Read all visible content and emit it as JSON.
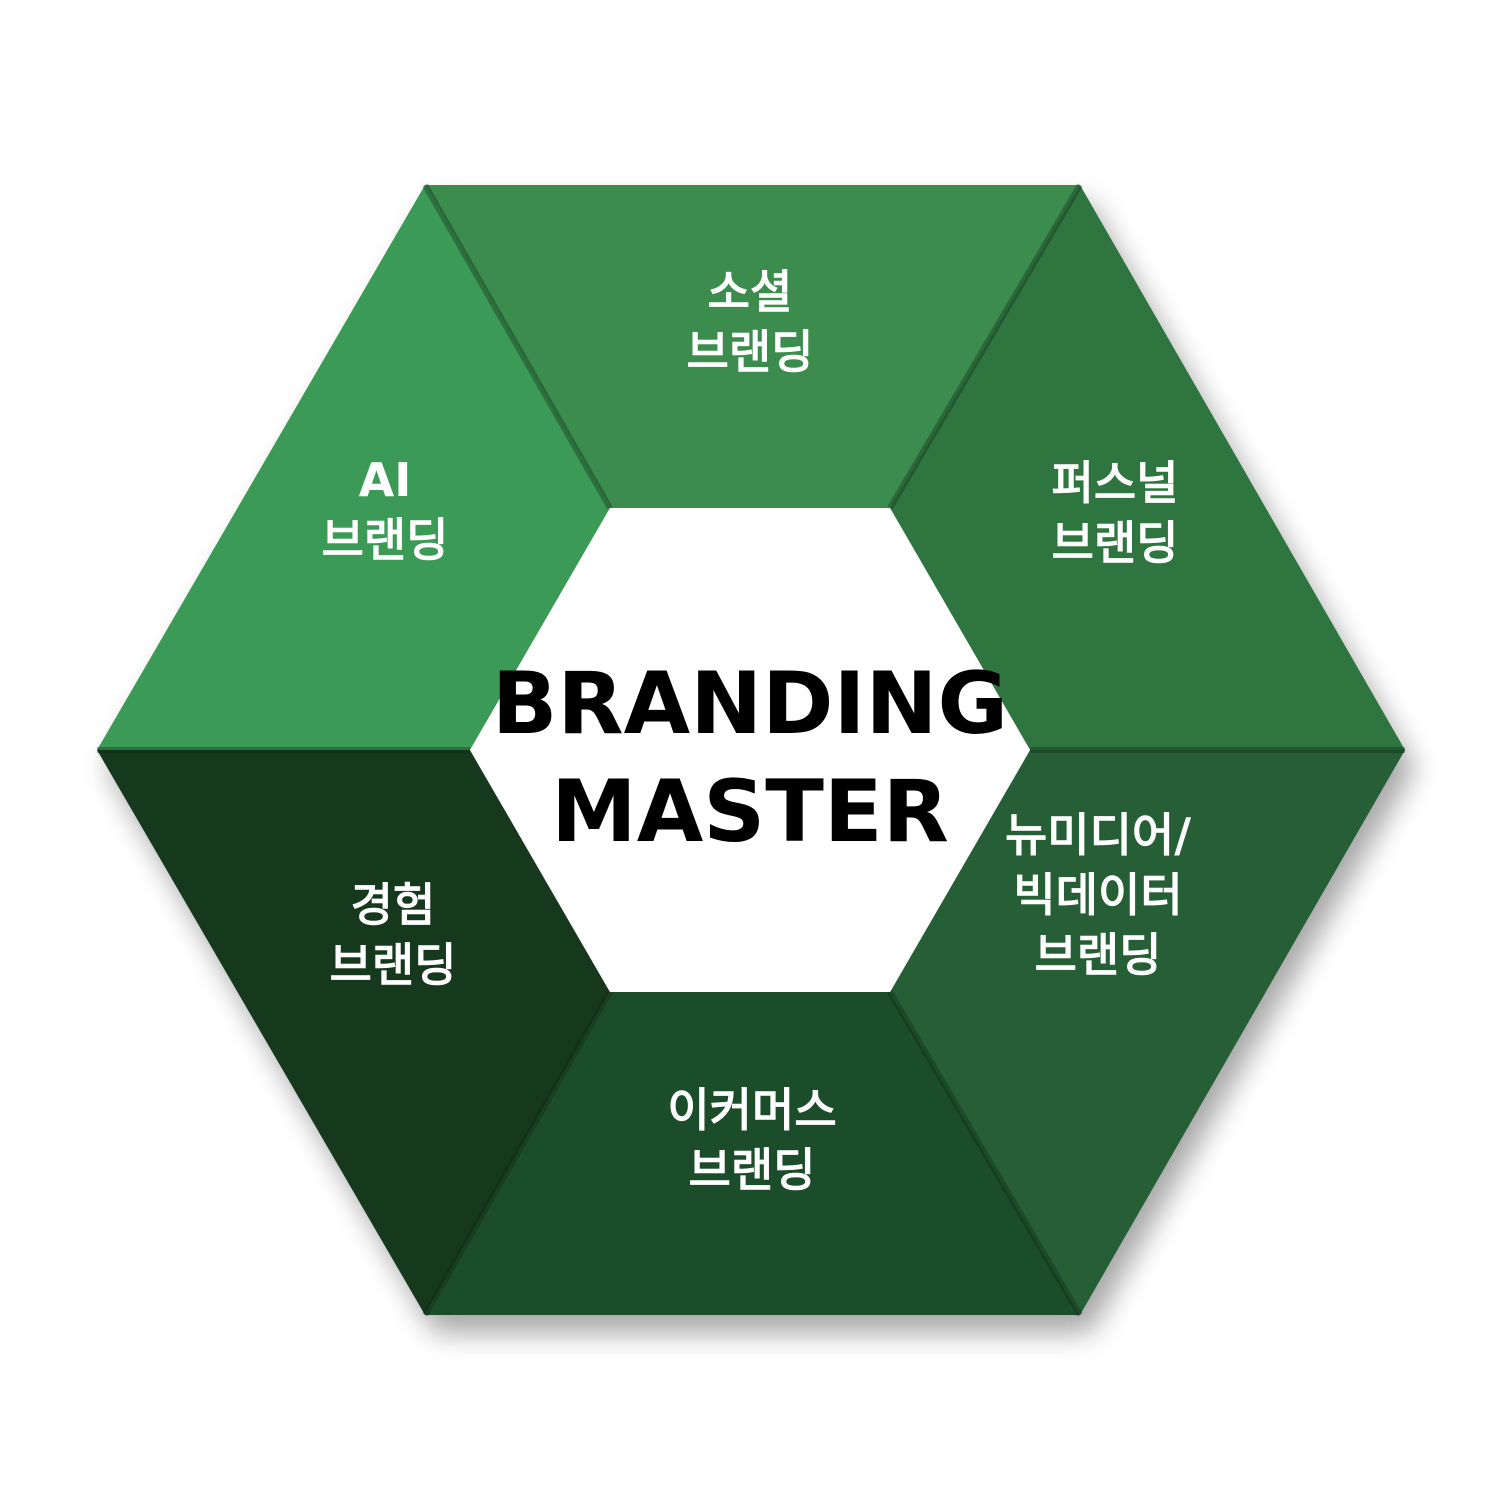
{
  "center": {
    "lines": [
      "BRANDING",
      "MASTER"
    ]
  },
  "segments": [
    {
      "id": "social",
      "lines": [
        "소셜",
        "브랜딩"
      ],
      "color": "#3a8c4d"
    },
    {
      "id": "personal",
      "lines": [
        "퍼스널",
        "브랜딩"
      ],
      "color": "#2e7440"
    },
    {
      "id": "newmedia",
      "lines": [
        "뉴미디어/",
        "빅데이터",
        "브랜딩"
      ],
      "color": "#265f35"
    },
    {
      "id": "ecommerce",
      "lines": [
        "이커머스",
        "브랜딩"
      ],
      "color": "#1f4e2c"
    },
    {
      "id": "experience",
      "lines": [
        "경험",
        "브랜딩"
      ],
      "color": "#17391f"
    },
    {
      "id": "ai",
      "lines": [
        "AI",
        "브랜딩"
      ],
      "color": "#3b9a55"
    }
  ]
}
